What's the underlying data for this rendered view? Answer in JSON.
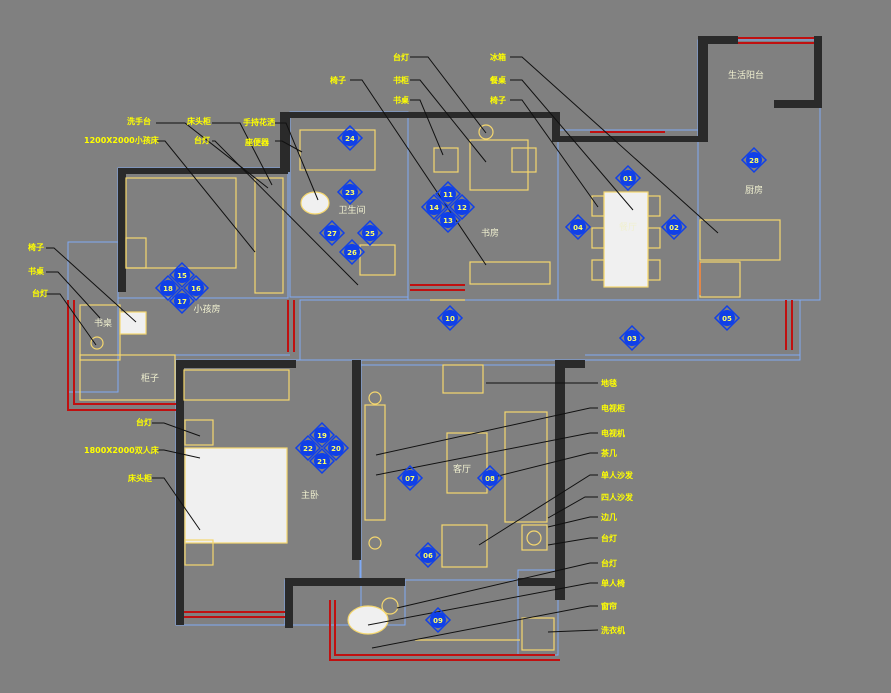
{
  "colors": {
    "background": "#808080",
    "wall": "#2a2a2a",
    "furniture": "#f5d76e",
    "callout_text": "#ffff00",
    "room_text": "#f0f0d0",
    "leader": "#111111",
    "window_red": "#c01010",
    "line_blue": "#7faaf5",
    "marker_fill": "#1040e8",
    "marker_text": "#ffff66"
  },
  "rooms": [
    {
      "id": "living",
      "name": "客厅"
    },
    {
      "id": "master",
      "name": "主卧"
    },
    {
      "id": "study",
      "name": "书房"
    },
    {
      "id": "dining",
      "name": "餐厅"
    },
    {
      "id": "kitchen",
      "name": "厨房"
    },
    {
      "id": "bath",
      "name": "卫生间"
    },
    {
      "id": "kids",
      "name": "小孩房"
    },
    {
      "id": "balcony",
      "name": "生活阳台"
    },
    {
      "id": "cabinet",
      "name": "柜子"
    },
    {
      "id": "desk",
      "name": "书桌"
    }
  ],
  "labels_left": [
    {
      "text": "洗手台"
    },
    {
      "text": "1200X2000小孩床"
    },
    {
      "text": "床头柜"
    },
    {
      "text": "台灯"
    },
    {
      "text": "手持花洒"
    },
    {
      "text": "座便器"
    },
    {
      "text": "椅子"
    },
    {
      "text": "书桌"
    },
    {
      "text": "台灯"
    },
    {
      "text": "台灯"
    },
    {
      "text": "1800X2000双人床"
    },
    {
      "text": "床头柜"
    }
  ],
  "labels_top": [
    {
      "text": "台灯"
    },
    {
      "text": "书柜"
    },
    {
      "text": "书桌"
    },
    {
      "text": "椅子"
    },
    {
      "text": "冰箱"
    },
    {
      "text": "餐桌"
    },
    {
      "text": "椅子"
    }
  ],
  "labels_right": [
    {
      "text": "地毯"
    },
    {
      "text": "电视柜"
    },
    {
      "text": "电视机"
    },
    {
      "text": "茶几"
    },
    {
      "text": "单人沙发"
    },
    {
      "text": "四人沙发"
    },
    {
      "text": "边几"
    },
    {
      "text": "台灯"
    },
    {
      "text": "台灯"
    },
    {
      "text": "单人椅"
    },
    {
      "text": "窗帘"
    },
    {
      "text": "洗衣机"
    }
  ],
  "markers_single": [
    "01",
    "02",
    "03",
    "04",
    "05",
    "06",
    "07",
    "08",
    "09",
    "10",
    "23",
    "24",
    "25",
    "26",
    "27",
    "28"
  ],
  "markers_quad": [
    {
      "nums": [
        "11",
        "12",
        "13",
        "14"
      ]
    },
    {
      "nums": [
        "15",
        "16",
        "17",
        "18"
      ]
    },
    {
      "nums": [
        "19",
        "20",
        "21",
        "22"
      ]
    }
  ]
}
